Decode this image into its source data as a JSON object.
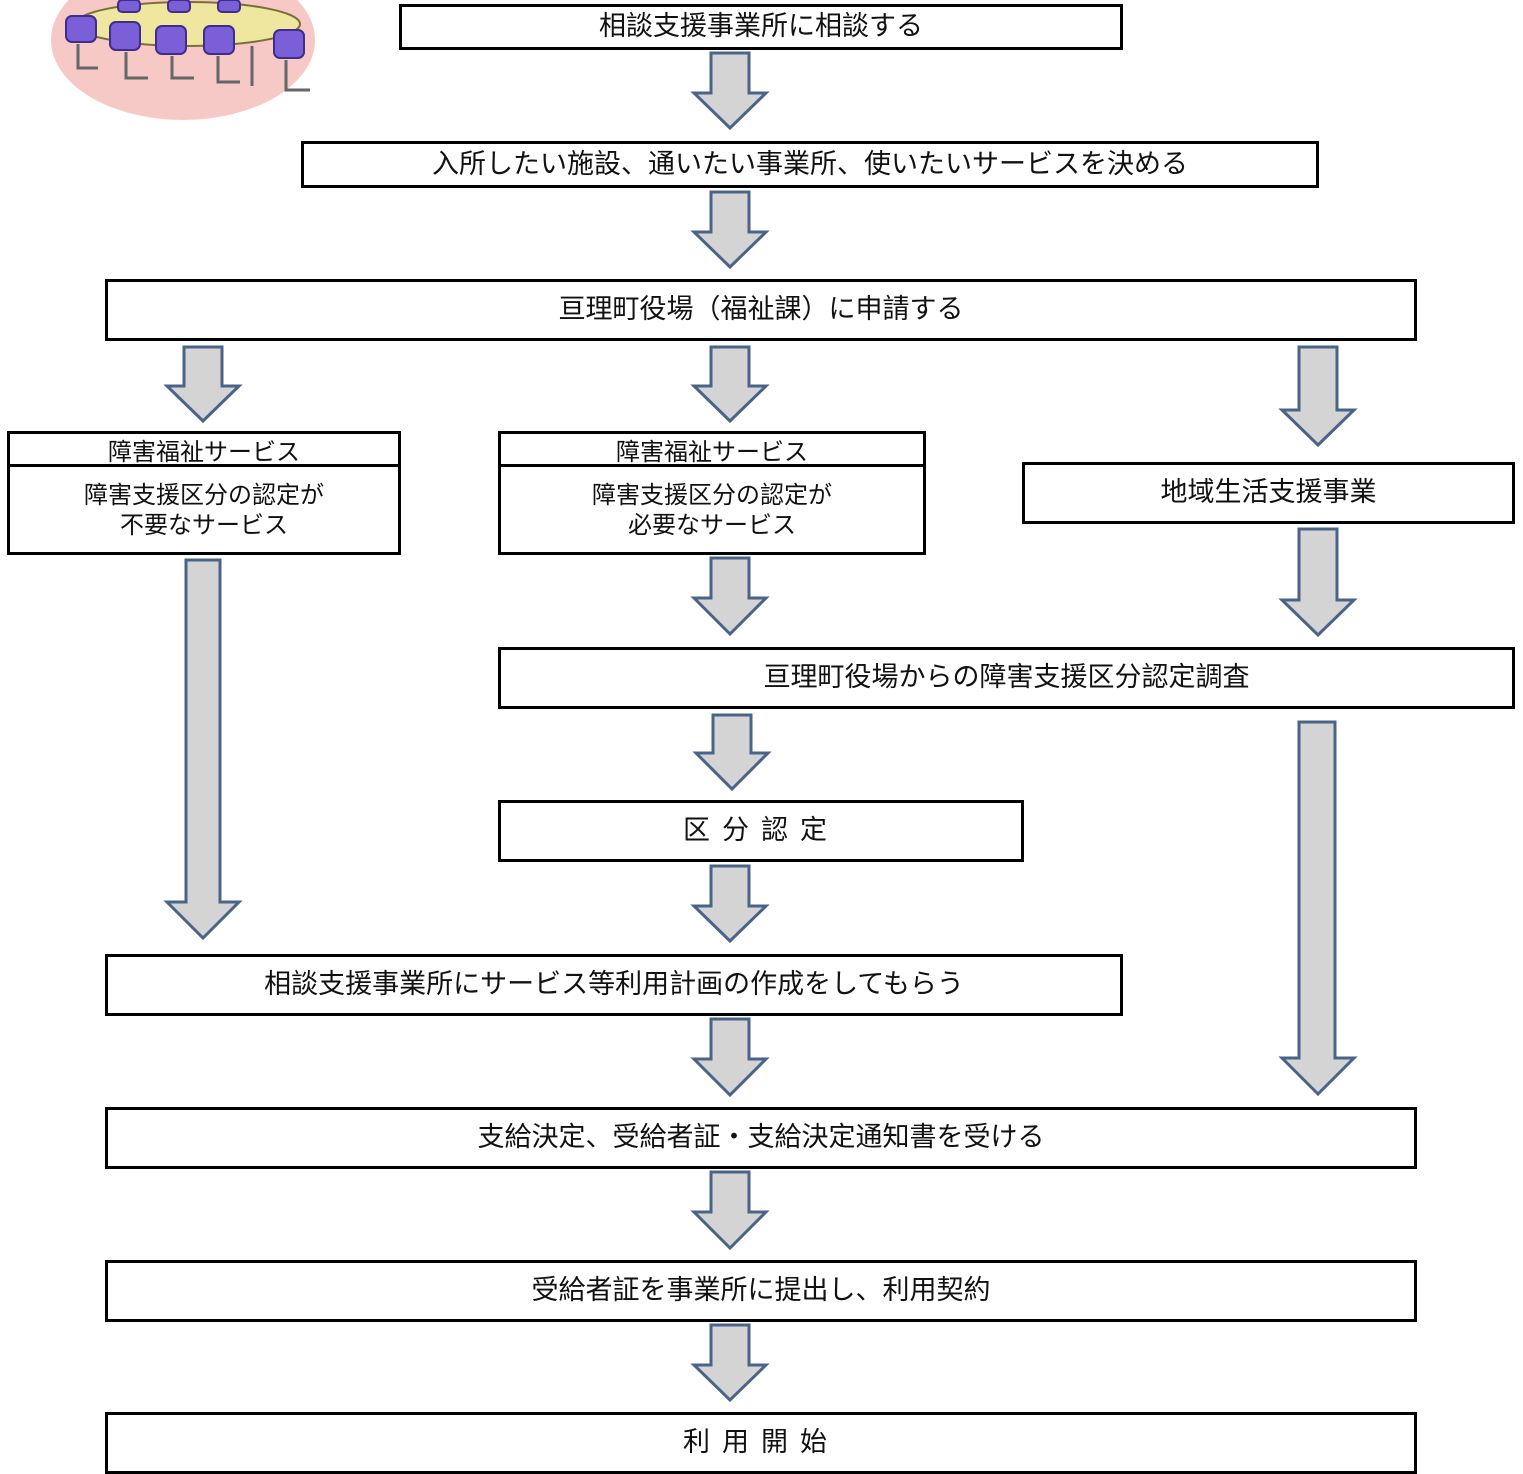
{
  "steps": {
    "consult": "相談支援事業所に相談する",
    "decide": "入所したい施設、通いたい事業所、使いたいサービスを決める",
    "apply": "亘理町役場（福祉課）に申請する",
    "service_a_title": "障害福祉サービス",
    "service_a_line1": "障害支援区分の認定が",
    "service_a_line2": "不要なサービス",
    "service_b_title": "障害福祉サービス",
    "service_b_line1": "障害支援区分の認定が",
    "service_b_line2": "必要なサービス",
    "community": "地域生活支援事業",
    "survey": "亘理町役場からの障害支援区分認定調査",
    "certification": "区分認定",
    "plan": "相談支援事業所にサービス等利用計画の作成をしてもらう",
    "decision": "支給決定、受給者証・支給決定通知書を受ける",
    "contract": "受給者証を事業所に提出し、利用契約",
    "start": "利用開始"
  },
  "colors": {
    "arrow_fill": "#d4d4d4",
    "arrow_stroke": "#4a6489",
    "border": "#000000",
    "chair": "#7b5fd8",
    "table": "#efe6a0",
    "circle": "#f6c9c6"
  },
  "icons": {
    "clipart": "meeting-table-clipart"
  }
}
